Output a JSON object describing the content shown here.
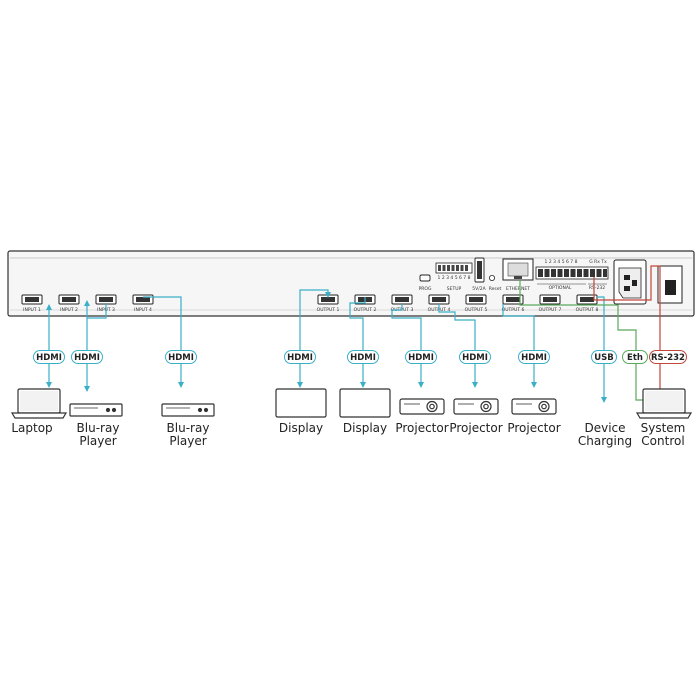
{
  "ports": {
    "inputs": [
      "INPUT 1",
      "INPUT 2",
      "INPUT 3",
      "INPUT 4"
    ],
    "outputs": [
      "OUTPUT 1",
      "OUTPUT 2",
      "OUTPUT 3",
      "OUTPUT 4",
      "OUTPUT 5",
      "OUTPUT 6",
      "OUTPUT 7",
      "OUTPUT 8"
    ],
    "prog": "PROG",
    "setup": "SETUP",
    "setup_numbers": "1 2 3 4 5 6 7 8",
    "usb_power": "5V/2A",
    "reset": "Reset",
    "ethernet": "ETHERNET",
    "optional": "OPTIONAL",
    "rs232": "RS-232",
    "gpio_numbers": "1 2 3 4 5 6 7 8",
    "rs232_pins": "G Rx Tx"
  },
  "connections": {
    "hdmi": "HDMI",
    "usb": "USB",
    "eth": "Eth",
    "rs232": "RS-232"
  },
  "devices": {
    "laptop": "Laptop",
    "bluray1": "Blu-ray Player",
    "bluray2": "Blu-ray Player",
    "display1": "Display",
    "display2": "Display",
    "projector1": "Projector",
    "projector2": "Projector",
    "projector3": "Projector",
    "device_charging": "Device\nCharging",
    "system_control": "System\nControl"
  },
  "colors": {
    "hdmi_cable": "#3ab0c8",
    "eth_cable": "#5aa85a",
    "rs232_cable": "#c0463a",
    "chassis": "#f6f6f6",
    "outline": "#333333"
  }
}
